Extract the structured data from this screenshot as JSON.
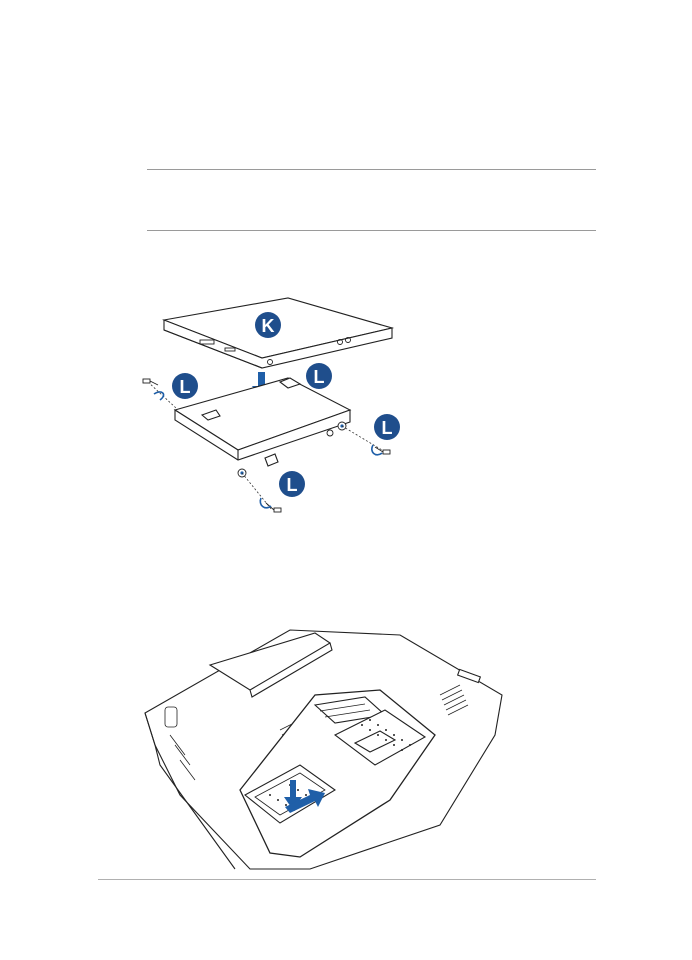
{
  "figures": {
    "hdd_bay_assembly": {
      "callouts": [
        {
          "label": "K",
          "part": "hard-disk-drive"
        },
        {
          "label": "L",
          "part": "screw"
        },
        {
          "label": "L",
          "part": "screw"
        },
        {
          "label": "L",
          "part": "screw"
        },
        {
          "label": "L",
          "part": "screw"
        }
      ]
    },
    "hdd_bay_install": {}
  },
  "colors": {
    "callout_fill": "#1f4e8c",
    "arrow_fill": "#1f5fa8",
    "line": "#222222",
    "rule": "#9a9a9a"
  }
}
